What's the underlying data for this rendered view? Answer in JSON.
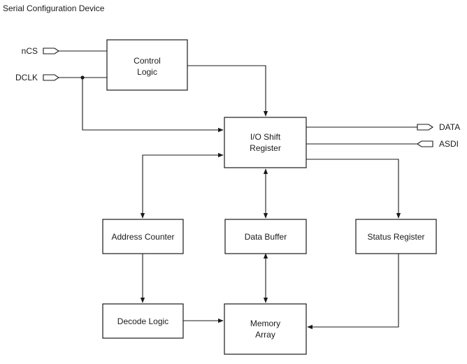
{
  "title": "Serial Configuration Device",
  "blocks": {
    "control_logic": [
      "Control",
      "Logic"
    ],
    "io_shift_register": [
      "I/O Shift",
      "Register"
    ],
    "address_counter": "Address Counter",
    "data_buffer": "Data Buffer",
    "status_register": "Status Register",
    "decode_logic": "Decode Logic",
    "memory_array": [
      "Memory",
      "Array"
    ]
  },
  "pins": {
    "ncs": "nCS",
    "dclk": "DCLK",
    "data": "DATA",
    "asdi": "ASDI"
  },
  "edges": [
    {
      "from": "nCS",
      "to": "Control Logic",
      "direction": "one-way"
    },
    {
      "from": "DCLK",
      "to": "Control Logic",
      "direction": "one-way"
    },
    {
      "from": "DCLK",
      "to": "I/O Shift Register",
      "direction": "one-way"
    },
    {
      "from": "Control Logic",
      "to": "I/O Shift Register",
      "direction": "one-way"
    },
    {
      "from": "I/O Shift Register",
      "to": "DATA",
      "direction": "one-way"
    },
    {
      "from": "ASDI",
      "to": "I/O Shift Register",
      "direction": "one-way"
    },
    {
      "from": "I/O Shift Register",
      "to": "Address Counter",
      "direction": "two-way"
    },
    {
      "from": "I/O Shift Register",
      "to": "Data Buffer",
      "direction": "two-way"
    },
    {
      "from": "I/O Shift Register",
      "to": "Status Register",
      "direction": "one-way"
    },
    {
      "from": "Address Counter",
      "to": "Decode Logic",
      "direction": "one-way"
    },
    {
      "from": "Decode Logic",
      "to": "Memory Array",
      "direction": "one-way"
    },
    {
      "from": "Data Buffer",
      "to": "Memory Array",
      "direction": "two-way"
    },
    {
      "from": "Status Register",
      "to": "Memory Array",
      "direction": "one-way"
    }
  ]
}
